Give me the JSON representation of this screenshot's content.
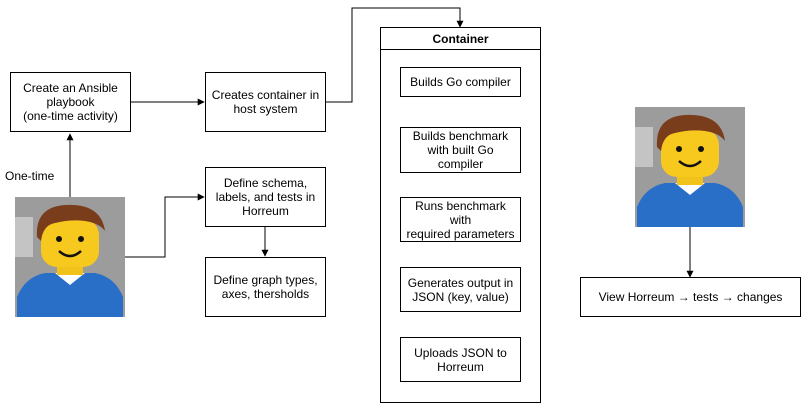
{
  "nodes": {
    "ansible": "Create an Ansible\nplaybook\n(one-time activity)",
    "create_container": "Creates container in\nhost system",
    "define_schema": "Define schema,\nlabels, and tests in\nHorreum",
    "define_graph": "Define graph types,\naxes, thersholds",
    "view_horreum": "View Horreum → tests → changes"
  },
  "container": {
    "title": "Container",
    "steps": [
      "Builds Go compiler",
      "Builds benchmark\nwith built Go compiler",
      "Runs benchmark with\nrequired parameters",
      "Generates output in\nJSON (key, value)",
      "Uploads JSON to\nHorreum"
    ]
  },
  "edge_labels": {
    "one_time": "One-time"
  },
  "avatars": [
    {
      "name": "lego-figure-user-left"
    },
    {
      "name": "lego-figure-user-right"
    }
  ],
  "colors": {
    "stroke": "#000000",
    "skin": "#f7c81e",
    "hair": "#7a3d1c",
    "shirt": "#2a6fc7",
    "background": "#ffffff"
  }
}
